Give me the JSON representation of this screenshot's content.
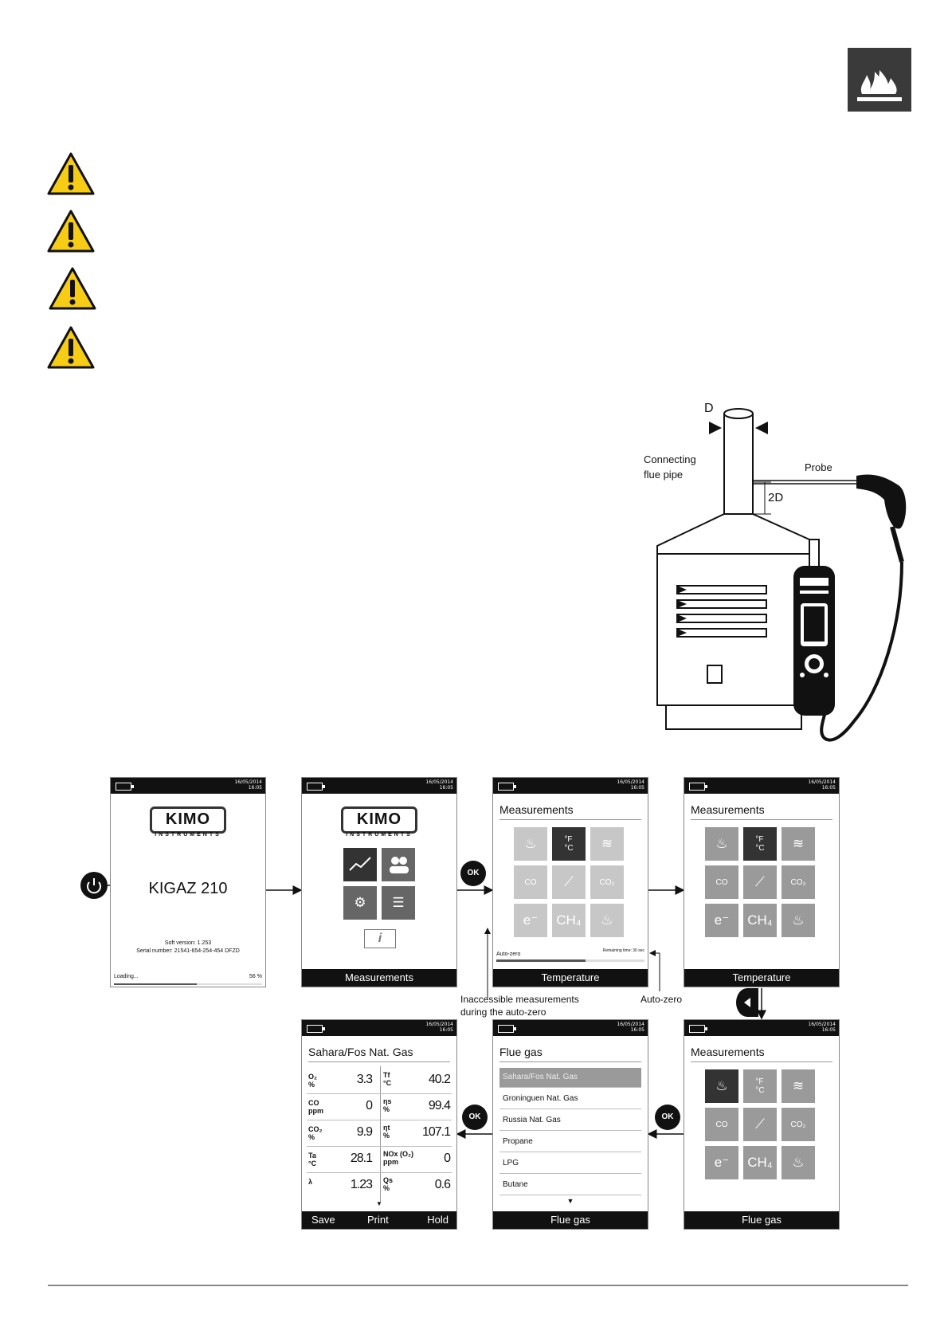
{
  "diagram": {
    "d_label": "D",
    "two_d_label": "2D",
    "connecting_label": "Connecting\nflue pipe",
    "probe_label": "Probe"
  },
  "screens": {
    "date": "16/05/2014\n16:05",
    "s1": {
      "brand": "KIMO",
      "brand_sub": "INSTRUMENTS",
      "model": "KIGAZ 210",
      "soft_version": "Soft version: 1.253",
      "serial": "Serial number: 21541-654-254-454 DFZD",
      "loading": "Loading...",
      "percent": "56 %",
      "progress": 0.56
    },
    "s2": {
      "brand": "KIMO",
      "brand_sub": "INSTRUMENTS",
      "footer": "Measurements"
    },
    "s3": {
      "title": "Measurements",
      "auto_zero": "Auto-zero",
      "remaining": "Remaining time: 30 sec",
      "footer": "Temperature"
    },
    "s4": {
      "title": "Measurements",
      "footer": "Temperature"
    },
    "s5": {
      "title": "Measurements",
      "footer": "Flue gas"
    },
    "s6": {
      "title": "Flue gas",
      "items": [
        "Sahara/Fos Nat. Gas",
        "Groninguen Nat. Gas",
        "Russia Nat. Gas",
        "Propane",
        "LPG",
        "Butane"
      ],
      "footer": "Flue gas"
    },
    "s7": {
      "title": "Sahara/Fos Nat. Gas",
      "rows": [
        {
          "l_lbl": "O₂\n%",
          "l_val": "3.3",
          "r_lbl": "Tf\n°C",
          "r_val": "40.2"
        },
        {
          "l_lbl": "CO\nppm",
          "l_val": "0",
          "r_lbl": "ηs\n%",
          "r_val": "99.4"
        },
        {
          "l_lbl": "CO₂\n%",
          "l_val": "9.9",
          "r_lbl": "ηt\n%",
          "r_val": "107.1"
        },
        {
          "l_lbl": "Ta\n°C",
          "l_val": "28.1",
          "r_lbl": "NOx (O₂)\nppm",
          "r_val": "0"
        },
        {
          "l_lbl": "λ",
          "l_val": "1.23",
          "r_lbl": "Qs\n%",
          "r_val": "0.6"
        }
      ],
      "save": "Save",
      "print": "Print",
      "hold": "Hold"
    },
    "tiles": {
      "ch4": "CH₄",
      "co": "CO",
      "co2": "CO₂",
      "deg": "°F\n°C"
    }
  },
  "buttons": {
    "ok": "OK"
  },
  "annotations": {
    "inaccessible": "Inaccessible measurements\nduring the auto-zero",
    "auto_zero": "Auto-zero"
  },
  "icons": [
    "flame-icon",
    "warning-icon",
    "power-icon",
    "arrow-icon",
    "left-arrow-icon",
    "info-icon"
  ]
}
